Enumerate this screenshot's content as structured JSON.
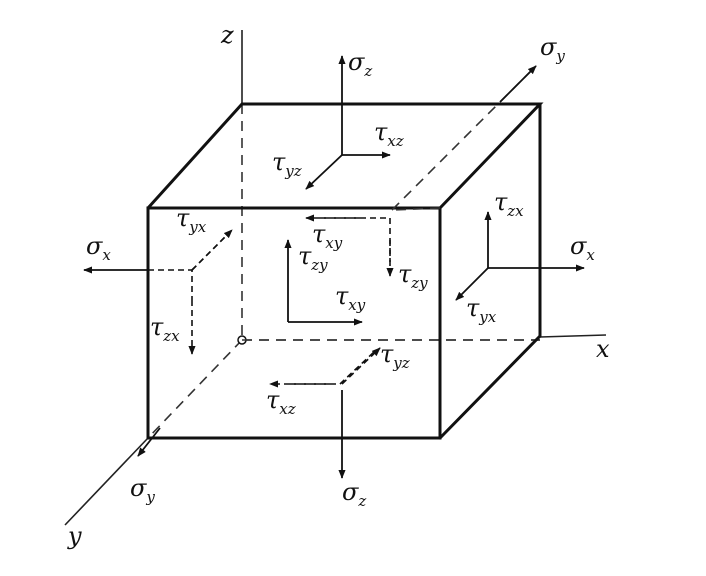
{
  "axes": {
    "x": "x",
    "y": "y",
    "z": "z"
  },
  "stresses": [
    {
      "id": "sigma-z-top",
      "symbol": "σ",
      "sub": "z"
    },
    {
      "id": "sigma-y-back",
      "symbol": "σ",
      "sub": "y"
    },
    {
      "id": "tau-xz-top",
      "symbol": "τ",
      "sub": "xz"
    },
    {
      "id": "tau-yz-top",
      "symbol": "τ",
      "sub": "yz"
    },
    {
      "id": "tau-yx-left",
      "symbol": "τ",
      "sub": "yx"
    },
    {
      "id": "tau-xy-center",
      "symbol": "τ",
      "sub": "xy"
    },
    {
      "id": "tau-zy-center",
      "symbol": "τ",
      "sub": "zy"
    },
    {
      "id": "tau-zy-inner",
      "symbol": "τ",
      "sub": "zy"
    },
    {
      "id": "tau-xy-front",
      "symbol": "τ",
      "sub": "xy"
    },
    {
      "id": "sigma-x-left",
      "symbol": "σ",
      "sub": "x"
    },
    {
      "id": "tau-zx-left",
      "symbol": "τ",
      "sub": "zx"
    },
    {
      "id": "tau-zx-right",
      "symbol": "τ",
      "sub": "zx"
    },
    {
      "id": "sigma-x-right",
      "symbol": "σ",
      "sub": "x"
    },
    {
      "id": "tau-yx-right",
      "symbol": "τ",
      "sub": "yx"
    },
    {
      "id": "tau-yz-bottom",
      "symbol": "τ",
      "sub": "yz"
    },
    {
      "id": "tau-xz-bottom",
      "symbol": "τ",
      "sub": "xz"
    },
    {
      "id": "sigma-y-front",
      "symbol": "σ",
      "sub": "y"
    },
    {
      "id": "sigma-z-bottom",
      "symbol": "σ",
      "sub": "z"
    }
  ]
}
